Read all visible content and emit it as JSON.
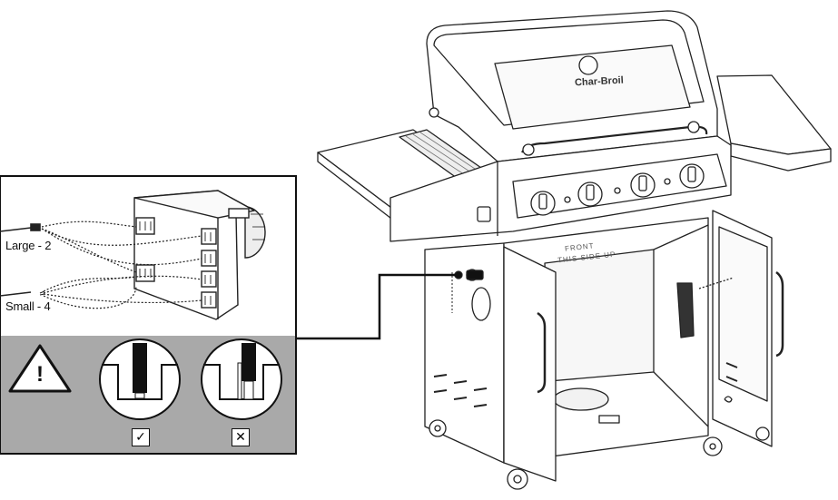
{
  "labels": {
    "large": "Large - 2",
    "small": "Small - 4"
  },
  "branding": {
    "grill_logo": "Char-Broil",
    "door_stamp_line1": "FRONT",
    "door_stamp_line2": "THIS SIDE UP"
  },
  "panel": {
    "warning_symbol": "!",
    "correct_mark": "✓",
    "incorrect_mark": "✕"
  },
  "colors": {
    "line": "#222222",
    "panel_gray": "#a9a9a9"
  }
}
